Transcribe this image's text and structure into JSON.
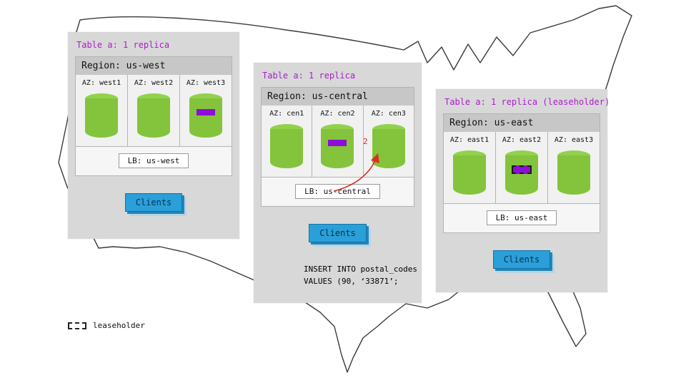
{
  "panels": [
    {
      "header": "Table a: 1 replica",
      "region": "Region: us-west",
      "azs": [
        {
          "label": "AZ: west1",
          "replica": false,
          "leaseholder": false
        },
        {
          "label": "AZ: west2",
          "replica": false,
          "leaseholder": false
        },
        {
          "label": "AZ: west3",
          "replica": true,
          "leaseholder": false
        }
      ],
      "lb": "LB: us-west",
      "clients": "Clients"
    },
    {
      "header": "Table a: 1 replica",
      "region": "Region: us-central",
      "azs": [
        {
          "label": "AZ: cen1",
          "replica": false,
          "leaseholder": false
        },
        {
          "label": "AZ: cen2",
          "replica": true,
          "leaseholder": false
        },
        {
          "label": "AZ: cen3",
          "replica": false,
          "leaseholder": false
        }
      ],
      "lb": "LB: us-central",
      "clients": "Clients",
      "sql_line1": "INSERT INTO postal_codes",
      "sql_line2": "VALUES (90, ‘33871’;"
    },
    {
      "header": "Table a: 1 replica (leaseholder)",
      "region": "Region: us-east",
      "azs": [
        {
          "label": "AZ: east1",
          "replica": false,
          "leaseholder": false
        },
        {
          "label": "AZ: east2",
          "replica": true,
          "leaseholder": true
        },
        {
          "label": "AZ: east3",
          "replica": false,
          "leaseholder": false
        }
      ],
      "lb": "LB: us-east",
      "clients": "Clients"
    }
  ],
  "arrow": {
    "label": "2"
  },
  "legend": {
    "label": "leaseholder"
  },
  "colors": {
    "accent_purple": "#a81fc8",
    "replica_purple": "#8d0fd6",
    "cylinder_green": "#8dc63f",
    "clients_blue": "#2b9fd9",
    "arrow_red": "#d93025",
    "panel_gray": "#d8d8d8"
  }
}
